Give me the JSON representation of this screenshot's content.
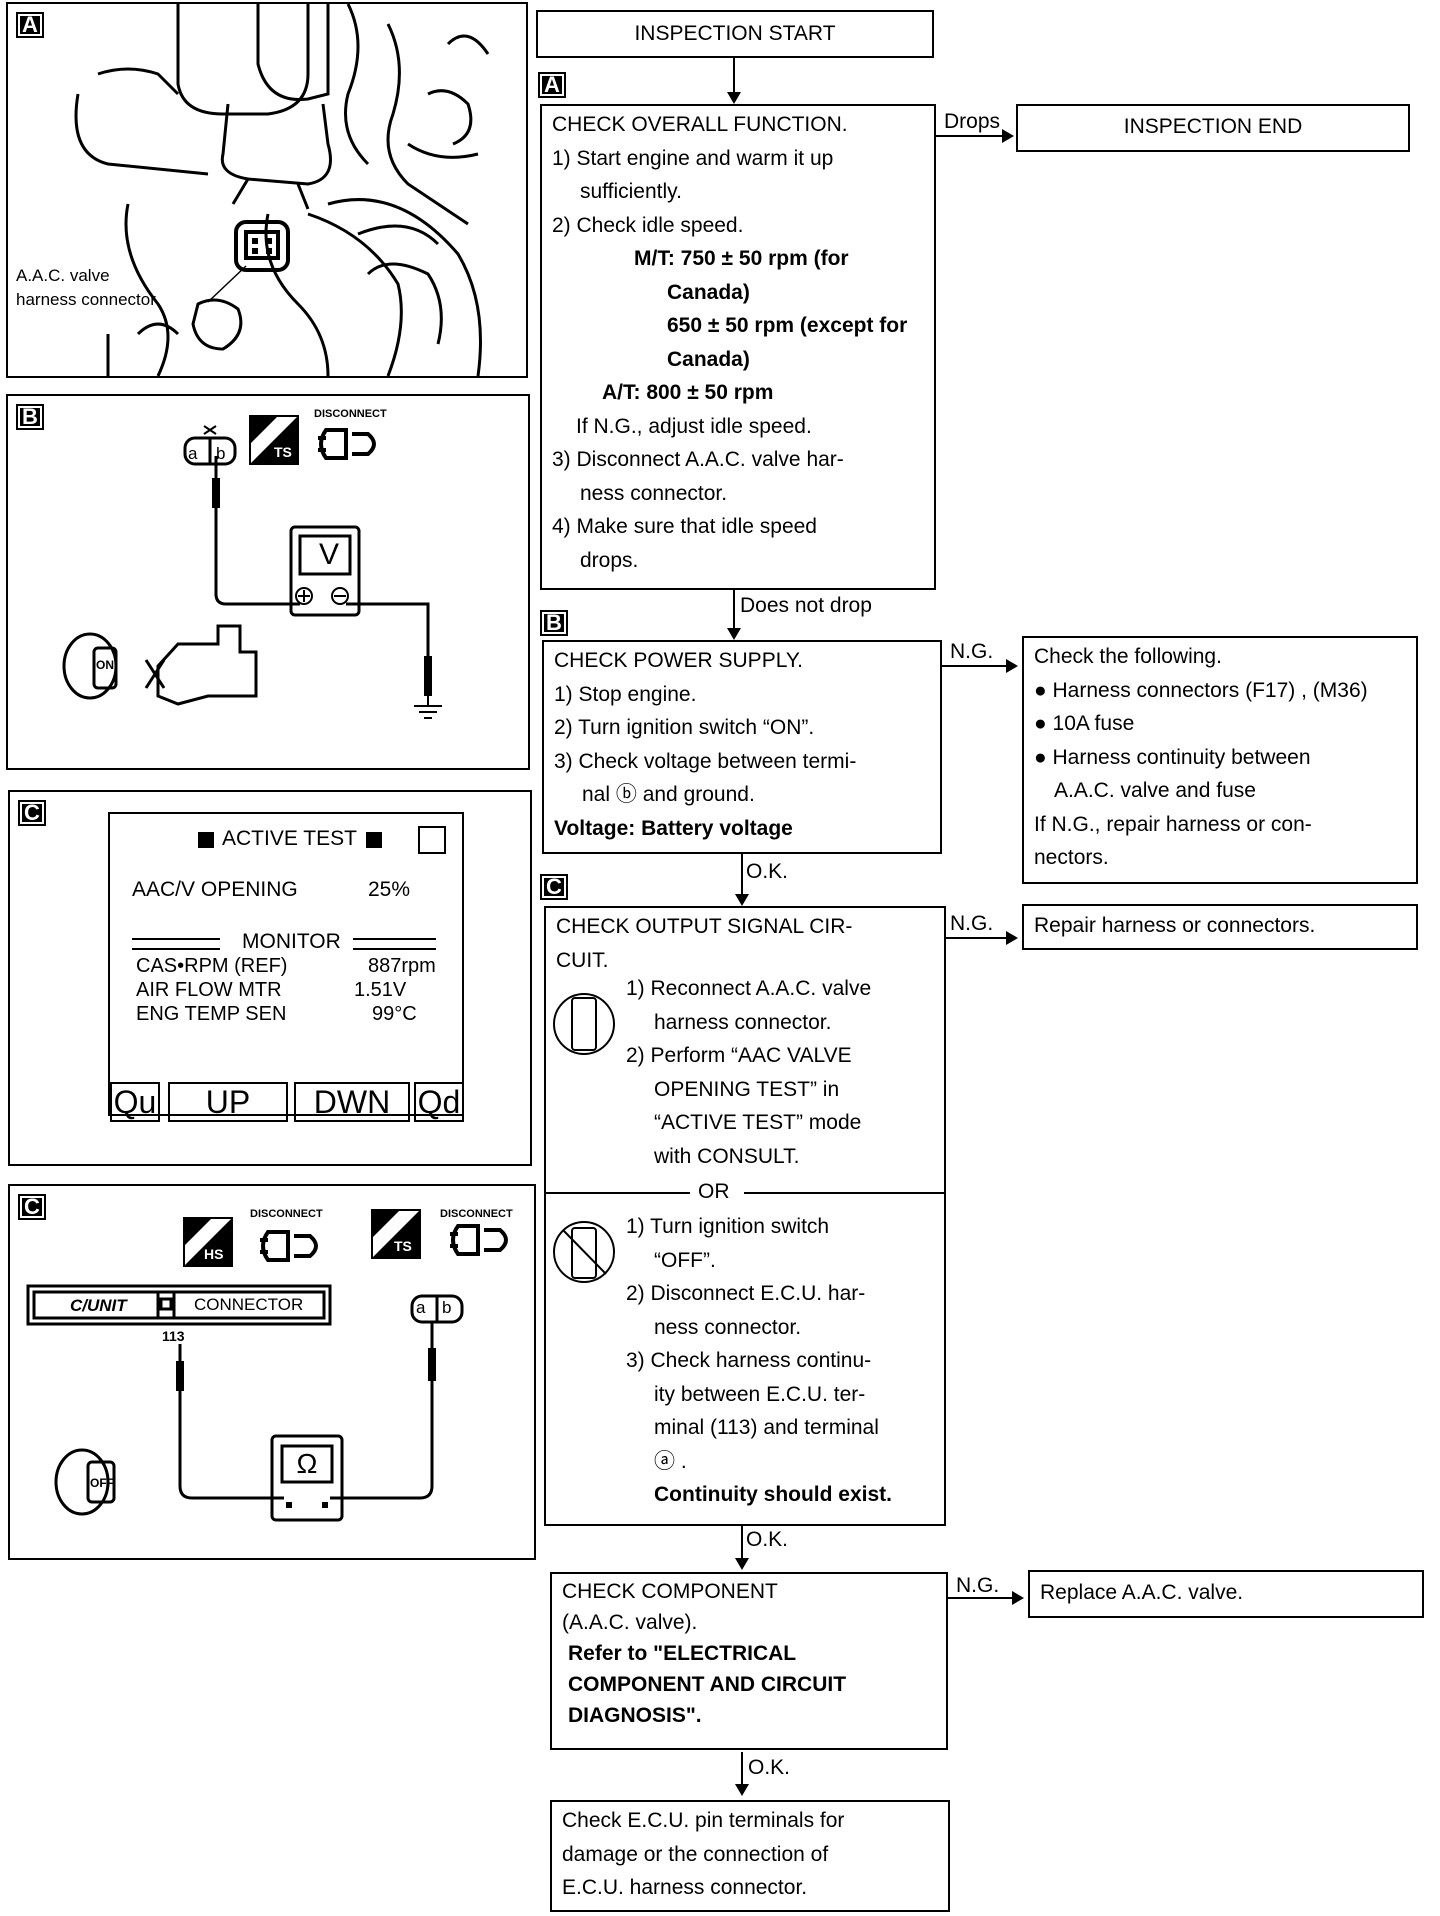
{
  "left_panels": {
    "panel_a": {
      "tag": "A",
      "label_line1": "A.A.C. valve",
      "label_line2": "harness connector"
    },
    "panel_b": {
      "tag": "B",
      "meter_label": "V",
      "disconnect": "DISCONNECT",
      "ts_label": "TS",
      "key_label": "ON",
      "connector_a": "a",
      "connector_b": "b"
    },
    "panel_c1": {
      "tag": "C",
      "screen_title": "ACTIVE TEST",
      "aac_label": "AAC/V OPENING",
      "aac_value": "25%",
      "monitor_label": "MONITOR",
      "rows": [
        {
          "name": "CAS•RPM (REF)",
          "value": "887rpm"
        },
        {
          "name": "AIR FLOW MTR",
          "value": "1.51V"
        },
        {
          "name": "ENG TEMP SEN",
          "value": "99°C"
        }
      ],
      "softkeys": [
        "Qu",
        "UP",
        "DWN",
        "Qd"
      ]
    },
    "panel_c2": {
      "tag": "C",
      "disconnect_1": "DISCONNECT",
      "disconnect_2": "DISCONNECT",
      "hs_label": "HS",
      "ts_label": "TS",
      "cunit": "C/UNIT",
      "connector": "CONNECTOR",
      "pin": "113",
      "meter_label": "Ω",
      "key_label": "OFF",
      "connector_a": "a",
      "connector_b": "b"
    }
  },
  "flow": {
    "start": "INSPECTION START",
    "tag_a": "A",
    "check_overall": {
      "title": "CHECK OVERALL FUNCTION.",
      "lines": [
        "1) Start engine and warm it up",
        "sufficiently.",
        "2) Check idle speed.",
        "M/T: 750 ± 50 rpm (for",
        "Canada)",
        "650 ± 50 rpm (except for",
        "Canada)",
        "A/T: 800 ± 50 rpm",
        "If N.G., adjust idle speed.",
        "3) Disconnect A.A.C. valve har-",
        "ness connector.",
        "4) Make sure that idle speed",
        "drops."
      ]
    },
    "drops_label": "Drops",
    "end": "INSPECTION END",
    "does_not_drop": "Does not drop",
    "tag_b": "B",
    "check_power": {
      "title": "CHECK POWER SUPPLY.",
      "lines": [
        "1) Stop engine.",
        "2) Turn ignition switch “ON”.",
        "3) Check voltage between termi-",
        "nal ⓑ and ground.",
        "Voltage: Battery voltage"
      ]
    },
    "ng1": "N.G.",
    "check_following": {
      "lines": [
        "Check the following.",
        "● Harness connectors (F17) , (M36)",
        "● 10A fuse",
        "● Harness continuity between",
        "A.A.C. valve and fuse",
        "If N.G., repair harness or con-",
        "nectors."
      ]
    },
    "ok1": "O.K.",
    "tag_c": "C",
    "check_output": {
      "title_l1": "CHECK OUTPUT SIGNAL CIR-",
      "title_l2": "CUIT.",
      "consult_lines": [
        "1) Reconnect A.A.C. valve",
        "harness connector.",
        "2) Perform “AAC VALVE",
        "OPENING TEST” in",
        "“ACTIVE TEST” mode",
        "with CONSULT."
      ],
      "or_label": "OR",
      "manual_lines": [
        "1) Turn ignition switch",
        "“OFF”.",
        "2) Disconnect E.C.U. har-",
        "ness connector.",
        "3) Check harness continu-",
        "ity between E.C.U. ter-",
        "minal (113) and terminal",
        "ⓐ .",
        "Continuity should exist."
      ]
    },
    "ng2": "N.G.",
    "repair": "Repair harness or connectors.",
    "ok2": "O.K.",
    "check_component": {
      "lines": [
        "CHECK COMPONENT",
        "(A.A.C. valve).",
        "Refer to \"ELECTRICAL",
        "COMPONENT AND CIRCUIT",
        "DIAGNOSIS\"."
      ]
    },
    "ng3": "N.G.",
    "replace": "Replace A.A.C. valve.",
    "ok3": "O.K.",
    "final": {
      "lines": [
        "Check E.C.U. pin terminals for",
        "damage or the connection of",
        "E.C.U. harness connector."
      ]
    }
  }
}
